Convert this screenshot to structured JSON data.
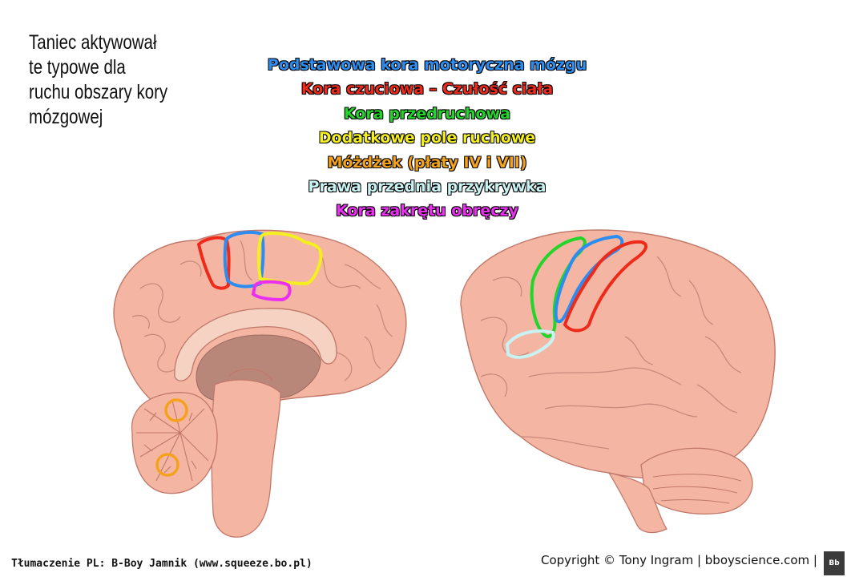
{
  "intro": {
    "lines": [
      "Taniec aktywował",
      "te typowe dla",
      "ruchu obszary kory",
      "mózgowej"
    ]
  },
  "legend": [
    {
      "label": "Podstawowa kora motoryczna mózgu",
      "color": "#2d8cf0"
    },
    {
      "label": "Kora czuciowa – Czułość ciała",
      "color": "#ee2a1b"
    },
    {
      "label": "Kora przedruchowa",
      "color": "#22d52a"
    },
    {
      "label": "Dodatkowe pole ruchowe",
      "color": "#f4ef1f"
    },
    {
      "label": "Móżdżek (płaty IV i VII)",
      "color": "#f4a11c"
    },
    {
      "label": "Prawa przednia przykrywka",
      "color": "#c9f3f3"
    },
    {
      "label": "Kora zakrętu obręczy",
      "color": "#ea2ff0"
    }
  ],
  "footer": {
    "translation": "Tłumaczenie PL: B-Boy Jamnik (www.squeeze.bo.pl)",
    "copyright": "Copyright © Tony Ingram | bboyscience.com |",
    "logo": "Bb"
  }
}
